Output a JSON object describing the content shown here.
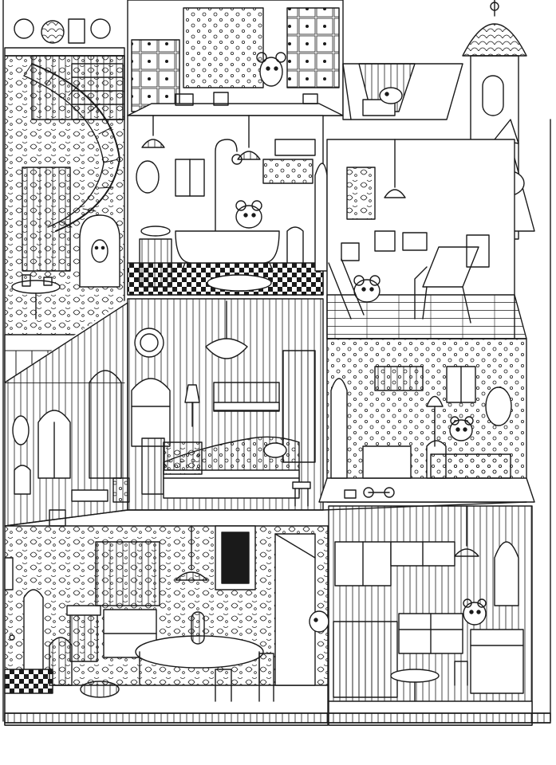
{
  "scene": {
    "kind": "line-art-dollhouse-cutaway",
    "colors": {
      "ink": "#1a1a1a",
      "paper": "#ffffff",
      "shade": "#d9d9d9"
    },
    "rooms": [
      {
        "id": "attic-left",
        "label": ""
      },
      {
        "id": "attic-center",
        "label": ""
      },
      {
        "id": "attic-right",
        "label": ""
      },
      {
        "id": "stair-hall",
        "label": ""
      },
      {
        "id": "bathroom",
        "label": ""
      },
      {
        "id": "studio",
        "label": ""
      },
      {
        "id": "parlor",
        "label": ""
      },
      {
        "id": "bedroom",
        "label": ""
      },
      {
        "id": "nursery",
        "label": ""
      },
      {
        "id": "dining-room",
        "label": ""
      },
      {
        "id": "kitchen",
        "label": ""
      }
    ]
  }
}
